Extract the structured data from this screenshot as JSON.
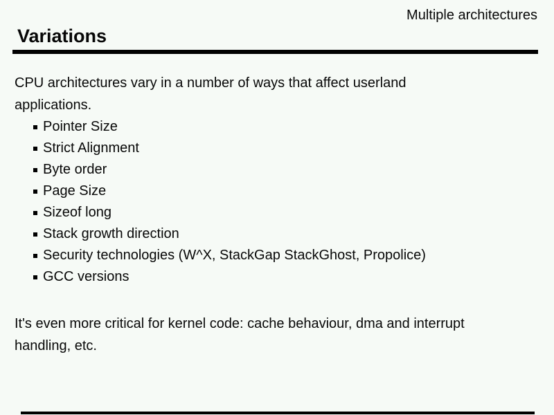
{
  "slide": {
    "header_label": "Multiple architectures",
    "title": "Variations",
    "intro_lines": [
      "CPU architectures vary in a number of ways that affect userland",
      "applications."
    ],
    "bullets": [
      "Pointer Size",
      "Strict Alignment",
      "Byte order",
      "Page Size",
      "Sizeof long",
      "Stack growth direction",
      "Security technologies (W^X, StackGap StackGhost, Propolice)",
      "GCC versions"
    ],
    "closing_lines": [
      "It's even more critical for kernel code: cache behaviour, dma and interrupt",
      "handling, etc."
    ],
    "colors": {
      "background": "#f6faf6",
      "text": "#070707",
      "rule": "#000000"
    }
  }
}
